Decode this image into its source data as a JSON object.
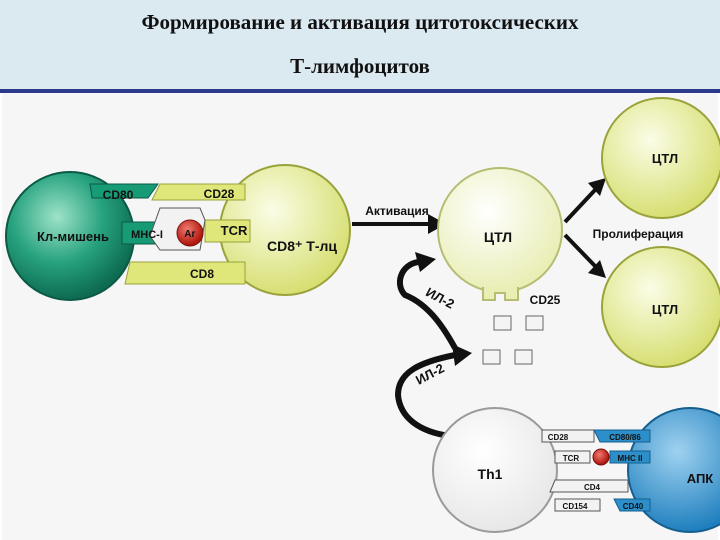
{
  "title": {
    "line1": "Формирование и активация цитотоксических",
    "line2": "Т-лимфоцитов"
  },
  "diagram": {
    "target_cell": "Кл-мишень",
    "cd80": "CD80",
    "cd28": "CD28",
    "mhc": "MHC-I",
    "ag": "Аг",
    "tcr": "TCR",
    "cd8_cell": "CD8⁺ Т-лц",
    "cd8": "CD8",
    "activation": "Активация",
    "ctl_center": "ЦТЛ",
    "proliferation": "Пролиферация",
    "ctl_top": "ЦТЛ",
    "ctl_bottom": "ЦТЛ",
    "cd25": "CD25",
    "il2_top": "ИЛ-2",
    "il2_bottom": "ИЛ-2",
    "th1": "Th1",
    "apc": "АПК",
    "th1_cd28": "CD28",
    "th1_cd80": "CD80/86",
    "th1_tcr": "TCR",
    "th1_mhc": "MHC II",
    "th1_cd4": "CD4",
    "th1_cd154": "CD154",
    "th1_cd40": "CD40"
  },
  "colors": {
    "header_bg": "#dbe9f1",
    "rule": "#2b3a8a",
    "target_green": "#1f9a78",
    "t_yellow": "#e3e98a",
    "ctl_yellow": "#eef2b8",
    "apc_blue": "#2c8fc9",
    "ag_red": "#cc2a22"
  }
}
